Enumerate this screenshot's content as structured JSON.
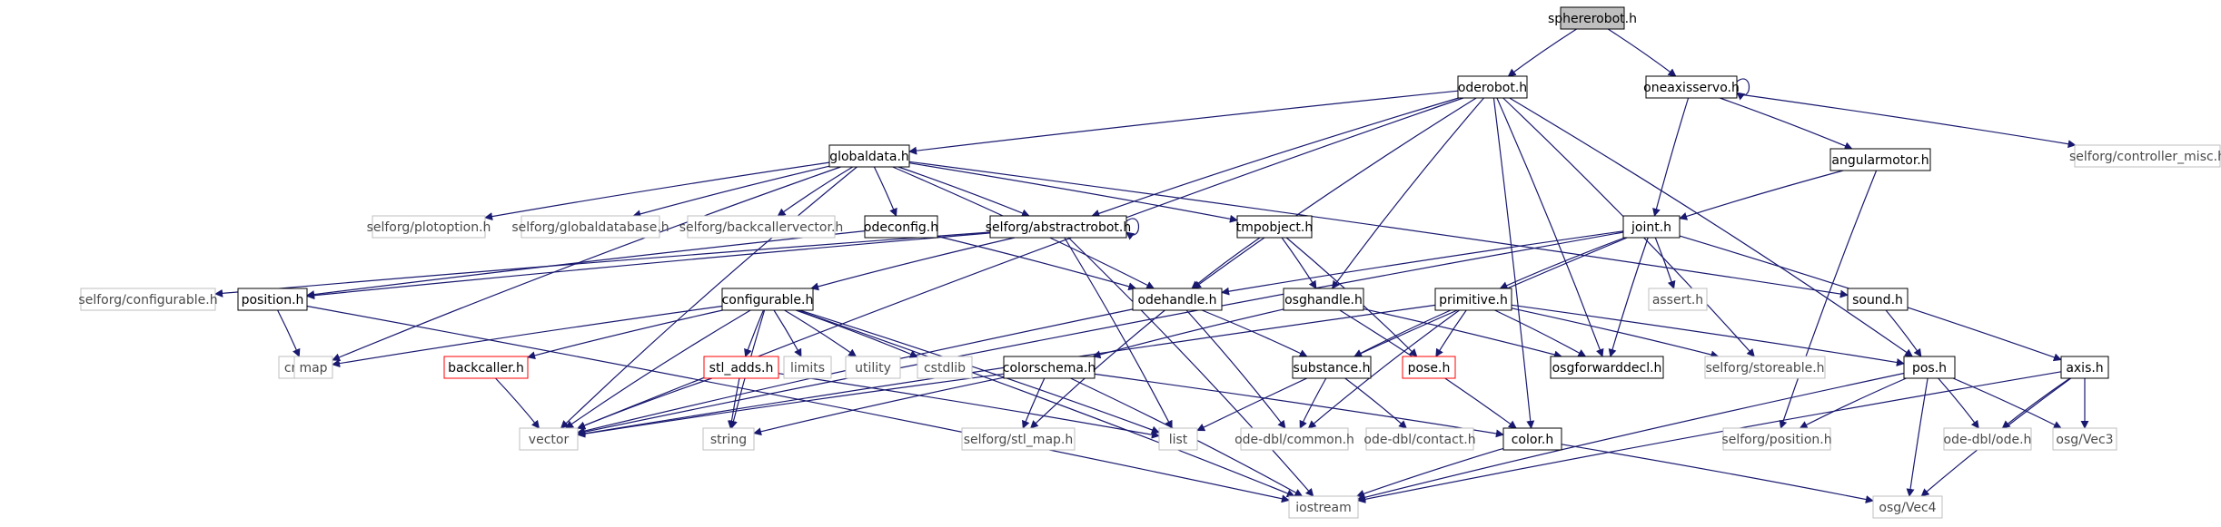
{
  "graph": {
    "nodes": [
      {
        "id": "spherero",
        "label": "spherero­bot.h",
        "style": "root"
      },
      {
        "id": "oderobot",
        "label": "oderobot.h",
        "style": "normal"
      },
      {
        "id": "oneaxis",
        "label": "oneaxisservo.h",
        "style": "normal"
      },
      {
        "id": "globaldata",
        "label": "globaldata.h",
        "style": "normal"
      },
      {
        "id": "angularmotor",
        "label": "angularmotor.h",
        "style": "normal"
      },
      {
        "id": "ctrlmisc",
        "label": "selforg/controller_misc.h",
        "style": "gray"
      },
      {
        "id": "plotoption",
        "label": "selforg/plotoption.h",
        "style": "gray"
      },
      {
        "id": "globaldatabase",
        "label": "selforg/globaldatabase.h",
        "style": "gray"
      },
      {
        "id": "backcallervector",
        "label": "selforg/backcallervector.h",
        "style": "gray"
      },
      {
        "id": "odeconfig",
        "label": "odeconfig.h",
        "style": "normal"
      },
      {
        "id": "abstractrobot",
        "label": "selforg/abstractrobot.h",
        "style": "normal"
      },
      {
        "id": "tmpobject",
        "label": "tmpobject.h",
        "style": "normal"
      },
      {
        "id": "joint",
        "label": "joint.h",
        "style": "normal"
      },
      {
        "id": "configurable_sf",
        "label": "selforg/configurable.h",
        "style": "gray"
      },
      {
        "id": "position",
        "label": "position.h",
        "style": "normal"
      },
      {
        "id": "configurable",
        "label": "configurable.h",
        "style": "normal"
      },
      {
        "id": "odehandle",
        "label": "odehandle.h",
        "style": "normal"
      },
      {
        "id": "osghandle",
        "label": "osghandle.h",
        "style": "normal"
      },
      {
        "id": "primitive",
        "label": "primitive.h",
        "style": "normal"
      },
      {
        "id": "assert",
        "label": "assert.h",
        "style": "gray"
      },
      {
        "id": "sound",
        "label": "sound.h",
        "style": "normal"
      },
      {
        "id": "cmath",
        "label": "cmath",
        "style": "gray"
      },
      {
        "id": "map",
        "label": "map",
        "style": "gray"
      },
      {
        "id": "backcaller",
        "label": "backcaller.h",
        "style": "red"
      },
      {
        "id": "stl_adds",
        "label": "stl_adds.h",
        "style": "red"
      },
      {
        "id": "limits",
        "label": "limits",
        "style": "gray"
      },
      {
        "id": "utility",
        "label": "utility",
        "style": "gray"
      },
      {
        "id": "cstdlib",
        "label": "cstdlib",
        "style": "gray"
      },
      {
        "id": "colorschema",
        "label": "colorschema.h",
        "style": "normal"
      },
      {
        "id": "substance",
        "label": "substance.h",
        "style": "normal"
      },
      {
        "id": "pose",
        "label": "pose.h",
        "style": "red"
      },
      {
        "id": "osgforwarddecl",
        "label": "osgforwarddecl.h",
        "style": "normal"
      },
      {
        "id": "storeable",
        "label": "selforg/storeable.h",
        "style": "gray"
      },
      {
        "id": "pos",
        "label": "pos.h",
        "style": "normal"
      },
      {
        "id": "axis",
        "label": "axis.h",
        "style": "normal"
      },
      {
        "id": "vector",
        "label": "vector",
        "style": "gray"
      },
      {
        "id": "string",
        "label": "string",
        "style": "gray"
      },
      {
        "id": "stl_map",
        "label": "selforg/stl_map.h",
        "style": "gray"
      },
      {
        "id": "list",
        "label": "list",
        "style": "gray"
      },
      {
        "id": "ode_common",
        "label": "ode-dbl/common.h",
        "style": "gray"
      },
      {
        "id": "ode_contact",
        "label": "ode-dbl/contact.h",
        "style": "gray"
      },
      {
        "id": "color",
        "label": "color.h",
        "style": "normal"
      },
      {
        "id": "sf_position",
        "label": "selforg/position.h",
        "style": "gray"
      },
      {
        "id": "ode_ode",
        "label": "ode-dbl/ode.h",
        "style": "gray"
      },
      {
        "id": "osg_vec3",
        "label": "osg/Vec3",
        "style": "gray"
      },
      {
        "id": "iostream",
        "label": "iostream",
        "style": "gray"
      },
      {
        "id": "osg_vec4",
        "label": "osg/Vec4",
        "style": "gray"
      }
    ],
    "edges": [
      [
        "spherero",
        "oderobot"
      ],
      [
        "spherero",
        "oneaxis"
      ],
      [
        "oderobot",
        "globaldata"
      ],
      [
        "oderobot",
        "abstractrobot"
      ],
      [
        "oderobot",
        "odehandle"
      ],
      [
        "oderobot",
        "osghandle"
      ],
      [
        "oderobot",
        "osgforwarddecl"
      ],
      [
        "oderobot",
        "storeable"
      ],
      [
        "oderobot",
        "pos"
      ],
      [
        "oderobot",
        "vector"
      ],
      [
        "oderobot",
        "color"
      ],
      [
        "oneaxis",
        "oneaxis"
      ],
      [
        "oneaxis",
        "angularmotor"
      ],
      [
        "oneaxis",
        "joint"
      ],
      [
        "oneaxis",
        "ctrlmisc"
      ],
      [
        "angularmotor",
        "joint"
      ],
      [
        "angularmotor",
        "sf_position"
      ],
      [
        "globaldata",
        "plotoption"
      ],
      [
        "globaldata",
        "globaldatabase"
      ],
      [
        "globaldata",
        "backcallervector"
      ],
      [
        "globaldata",
        "odeconfig"
      ],
      [
        "globaldata",
        "abstractrobot"
      ],
      [
        "globaldata",
        "tmpobject"
      ],
      [
        "globaldata",
        "odehandle"
      ],
      [
        "globaldata",
        "sound"
      ],
      [
        "globaldata",
        "map"
      ],
      [
        "globaldata",
        "vector"
      ],
      [
        "odeconfig",
        "position"
      ],
      [
        "odeconfig",
        "odehandle"
      ],
      [
        "abstractrobot",
        "abstractrobot"
      ],
      [
        "abstractrobot",
        "configurable_sf"
      ],
      [
        "abstractrobot",
        "configurable"
      ],
      [
        "abstractrobot",
        "position"
      ],
      [
        "abstractrobot",
        "iostream"
      ],
      [
        "abstractrobot",
        "list"
      ],
      [
        "tmpobject",
        "odehandle"
      ],
      [
        "tmpobject",
        "osghandle"
      ],
      [
        "tmpobject",
        "pose"
      ],
      [
        "joint",
        "odehandle"
      ],
      [
        "joint",
        "primitive"
      ],
      [
        "joint",
        "assert"
      ],
      [
        "joint",
        "osgforwarddecl"
      ],
      [
        "joint",
        "axis"
      ],
      [
        "joint",
        "vector"
      ],
      [
        "joint",
        "list"
      ],
      [
        "position",
        "cmath"
      ],
      [
        "position",
        "iostream"
      ],
      [
        "configurable",
        "map"
      ],
      [
        "configurable",
        "backcaller"
      ],
      [
        "configurable",
        "stl_adds"
      ],
      [
        "configurable",
        "limits"
      ],
      [
        "configurable",
        "utility"
      ],
      [
        "configurable",
        "cstdlib"
      ],
      [
        "configurable",
        "vector"
      ],
      [
        "configurable",
        "string"
      ],
      [
        "configurable",
        "list"
      ],
      [
        "configurable",
        "iostream"
      ],
      [
        "odehandle",
        "vector"
      ],
      [
        "odehandle",
        "stl_map"
      ],
      [
        "odehandle",
        "substance"
      ],
      [
        "odehandle",
        "ode_common"
      ],
      [
        "osghandle",
        "colorschema"
      ],
      [
        "osghandle",
        "osgforwarddecl"
      ],
      [
        "osghandle",
        "color"
      ],
      [
        "primitive",
        "pose"
      ],
      [
        "primitive",
        "substance"
      ],
      [
        "primitive",
        "osgforwarddecl"
      ],
      [
        "primitive",
        "storeable"
      ],
      [
        "primitive",
        "pos"
      ],
      [
        "primitive",
        "ode_common"
      ],
      [
        "primitive",
        "vector"
      ],
      [
        "sound",
        "pos"
      ],
      [
        "backcaller",
        "vector"
      ],
      [
        "stl_adds",
        "vector"
      ],
      [
        "stl_adds",
        "string"
      ],
      [
        "stl_adds",
        "list"
      ],
      [
        "colorschema",
        "color"
      ],
      [
        "colorschema",
        "stl_map"
      ],
      [
        "colorschema",
        "vector"
      ],
      [
        "colorschema",
        "string"
      ],
      [
        "colorschema",
        "iostream"
      ],
      [
        "substance",
        "ode_common"
      ],
      [
        "substance",
        "ode_contact"
      ],
      [
        "pos",
        "sf_position"
      ],
      [
        "pos",
        "ode_ode"
      ],
      [
        "pos",
        "osg_vec3"
      ],
      [
        "pos",
        "iostream"
      ],
      [
        "pos",
        "osg_vec4"
      ],
      [
        "axis",
        "ode_ode"
      ],
      [
        "axis",
        "osg_vec3"
      ],
      [
        "axis",
        "osg_vec4"
      ],
      [
        "axis",
        "iostream"
      ],
      [
        "color",
        "osg_vec4"
      ],
      [
        "color",
        "iostream"
      ]
    ]
  },
  "colors": {
    "edge": "#191970",
    "normal_border": "#000000",
    "gray_border": "#bfbfbf",
    "red_border": "#ff0000",
    "root_fill": "#bfbfbf"
  }
}
